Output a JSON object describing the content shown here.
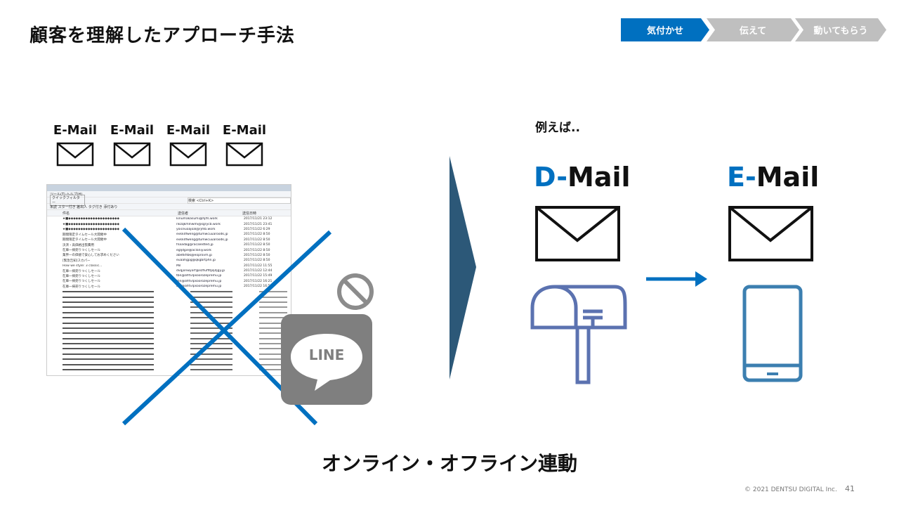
{
  "title": "顧客を理解したアプローチ手法",
  "steps": [
    {
      "label": "気付かせ",
      "active": true
    },
    {
      "label": "伝えて",
      "active": false
    },
    {
      "label": "動いてもらう",
      "active": false
    }
  ],
  "email_labels": [
    "E-Mail",
    "E-Mail",
    "E-Mail",
    "E-Mail"
  ],
  "mail_client": {
    "menu": "ツール(T)  ヘルプ(H)",
    "filter_button": "クイックフィルター",
    "search_placeholder": "検索 <Ctrl+K>",
    "toolbar": "未読  スター付き  差出人  タグ付き  添付あり",
    "columns": [
      "件名",
      "送信者",
      "送信日時"
    ],
    "rows": [
      [
        "★■◆◆◆◆◆◆◆◆◆◆◆◆◆◆◆◆◆◆◆◆◆",
        "kinumakasumi@hjlfs.work",
        "2017/11/21 23:12"
      ],
      [
        "★■◆◆◆◆◆◆◆◆◆◆◆◆◆◆◆◆◆◆◆◆◆",
        "nkzqkmlnwmi@sgrycb.work",
        "2017/11/21 23:41"
      ],
      [
        "★■◆◆◆◆◆◆◆◆◆◆◆◆◆◆◆◆◆◆◆◆◆",
        "yoiceuoajoal@rjmb.work",
        "2017/11/22 6:29"
      ],
      [
        "期間限定タイムセール大開催中",
        "evkkdfweng@tumwcuuaroodk.jp",
        "2017/11/22 8:50"
      ],
      [
        "期間限定タイムセール大開催中",
        "evkkdfweng@tumwcuuaroodk.jp",
        "2017/11/22 8:50"
      ],
      [
        "決済・高価格出張費用",
        "fnaadag@racaledted.jp",
        "2017/11/22 8:50"
      ],
      [
        "在庫一掃売りつくしセール",
        "egljdjpe@aclaniy.work",
        "2017/11/22 8:50"
      ],
      [
        "業界一の価値で安心してお求めください",
        "abetkflbk@eoprovm.jp",
        "2017/11/22 8:50"
      ],
      [
        "[緊急告知]スカパー",
        "euaahgpg@qkgbrtphn.jp",
        "2017/11/22 8:50"
      ],
      [
        "How we style: 3 classic...",
        "Mil",
        "2017/11/22 11:55"
      ],
      [
        "在庫一掃売りつくしセール",
        "dvqjonwyorf@ezfluffltpljdjgy.jp",
        "2017/11/22 12:44"
      ],
      [
        "在庫一掃売りつくしセール",
        "tbn@afrtvlpsoorozepremu.jp",
        "2017/11/22 15:49"
      ],
      [
        "在庫一掃売りつくしセール",
        "tbn@afrtvlpsoorozepremu.jp",
        "2017/11/22 16:21"
      ],
      [
        "在庫一掃売りつくしセール",
        "tbn@afrtvlpsoorozepremu.jp",
        "2017/11/22 16:52"
      ]
    ]
  },
  "example_label": "例えば..",
  "dmail": {
    "prefix": "D-",
    "suffix": "Mail"
  },
  "email": {
    "prefix": "E-",
    "suffix": "Mail"
  },
  "line_label": "LINE",
  "bottom_caption": "オンライン・オフライン連動",
  "copyright": "© 2021 DENTSU DIGITAL Inc.",
  "page_number": "41",
  "colors": {
    "accent": "#0070c0",
    "inactive": "#bfbfbf",
    "triangle": "#2c5878",
    "icon_blue": "#5b72b0",
    "gray": "#7f7f7f"
  }
}
